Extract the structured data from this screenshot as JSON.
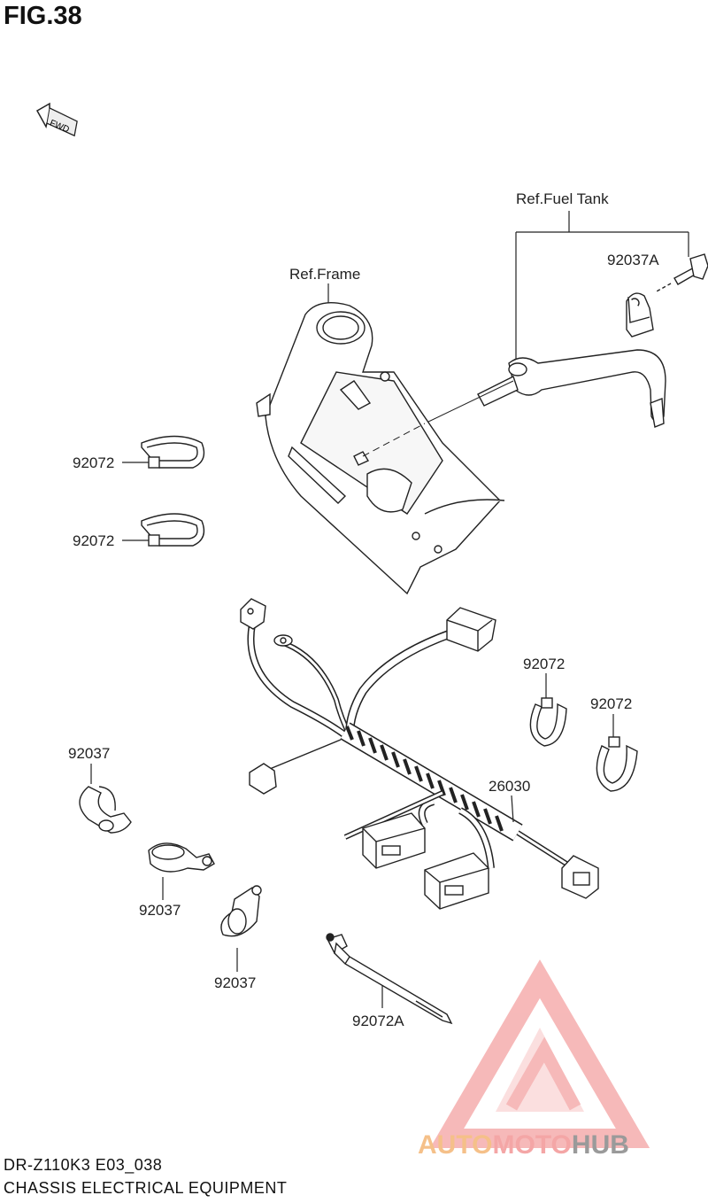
{
  "figure": {
    "title": "FIG.38",
    "fwd_label": "FWD"
  },
  "references": {
    "fuel_tank": "Ref.Fuel Tank",
    "frame": "Ref.Frame"
  },
  "part_labels": {
    "bolt_92037A": "92037A",
    "tie_92072_a": "92072",
    "tie_92072_b": "92072",
    "tie_92072_c": "92072",
    "tie_92072_d": "92072",
    "clamp_92037_a": "92037",
    "clamp_92037_b": "92037",
    "clamp_92037_c": "92037",
    "harness_26030": "26030",
    "tie_92072A": "92072A"
  },
  "footer": {
    "model_code": "DR-Z110K3 E03_038",
    "section_name": "CHASSIS ELECTRICAL EQUIPMENT"
  },
  "watermark": {
    "part1": "AUTO",
    "part2": "MOTO",
    "part3": "HUB",
    "colors": {
      "auto": "#f5c089",
      "moto": "#f4a6a6",
      "hub": "#9a9a9a",
      "triangle": "#f08080"
    }
  }
}
